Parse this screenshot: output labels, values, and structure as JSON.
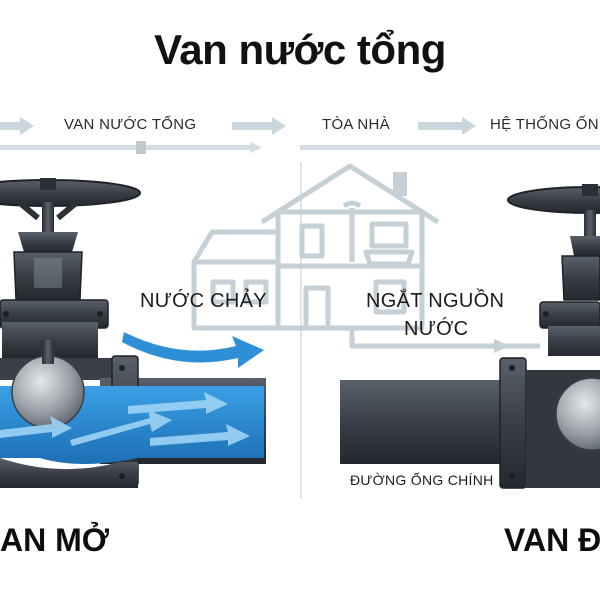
{
  "title": "Van nước tổng",
  "flow": {
    "step1": "VAN NƯỚC TỔNG",
    "step2": "TÒA NHÀ",
    "step3": "HỆ THỐNG ỐN"
  },
  "annotations": {
    "water_flow": "NƯỚC CHẢY",
    "cut_line1": "NGẮT NGUỒN",
    "cut_line2": "NƯỚC",
    "main_pipe": "ĐƯỜNG ỐNG CHÍNH"
  },
  "states": {
    "open": "AN MỞ",
    "closed": "VAN Đ"
  },
  "colors": {
    "water": "#2f8fd6",
    "metal": "#3b4048",
    "flow_arrow": "#c9d6dc",
    "house_line": "#c5d0d6"
  }
}
